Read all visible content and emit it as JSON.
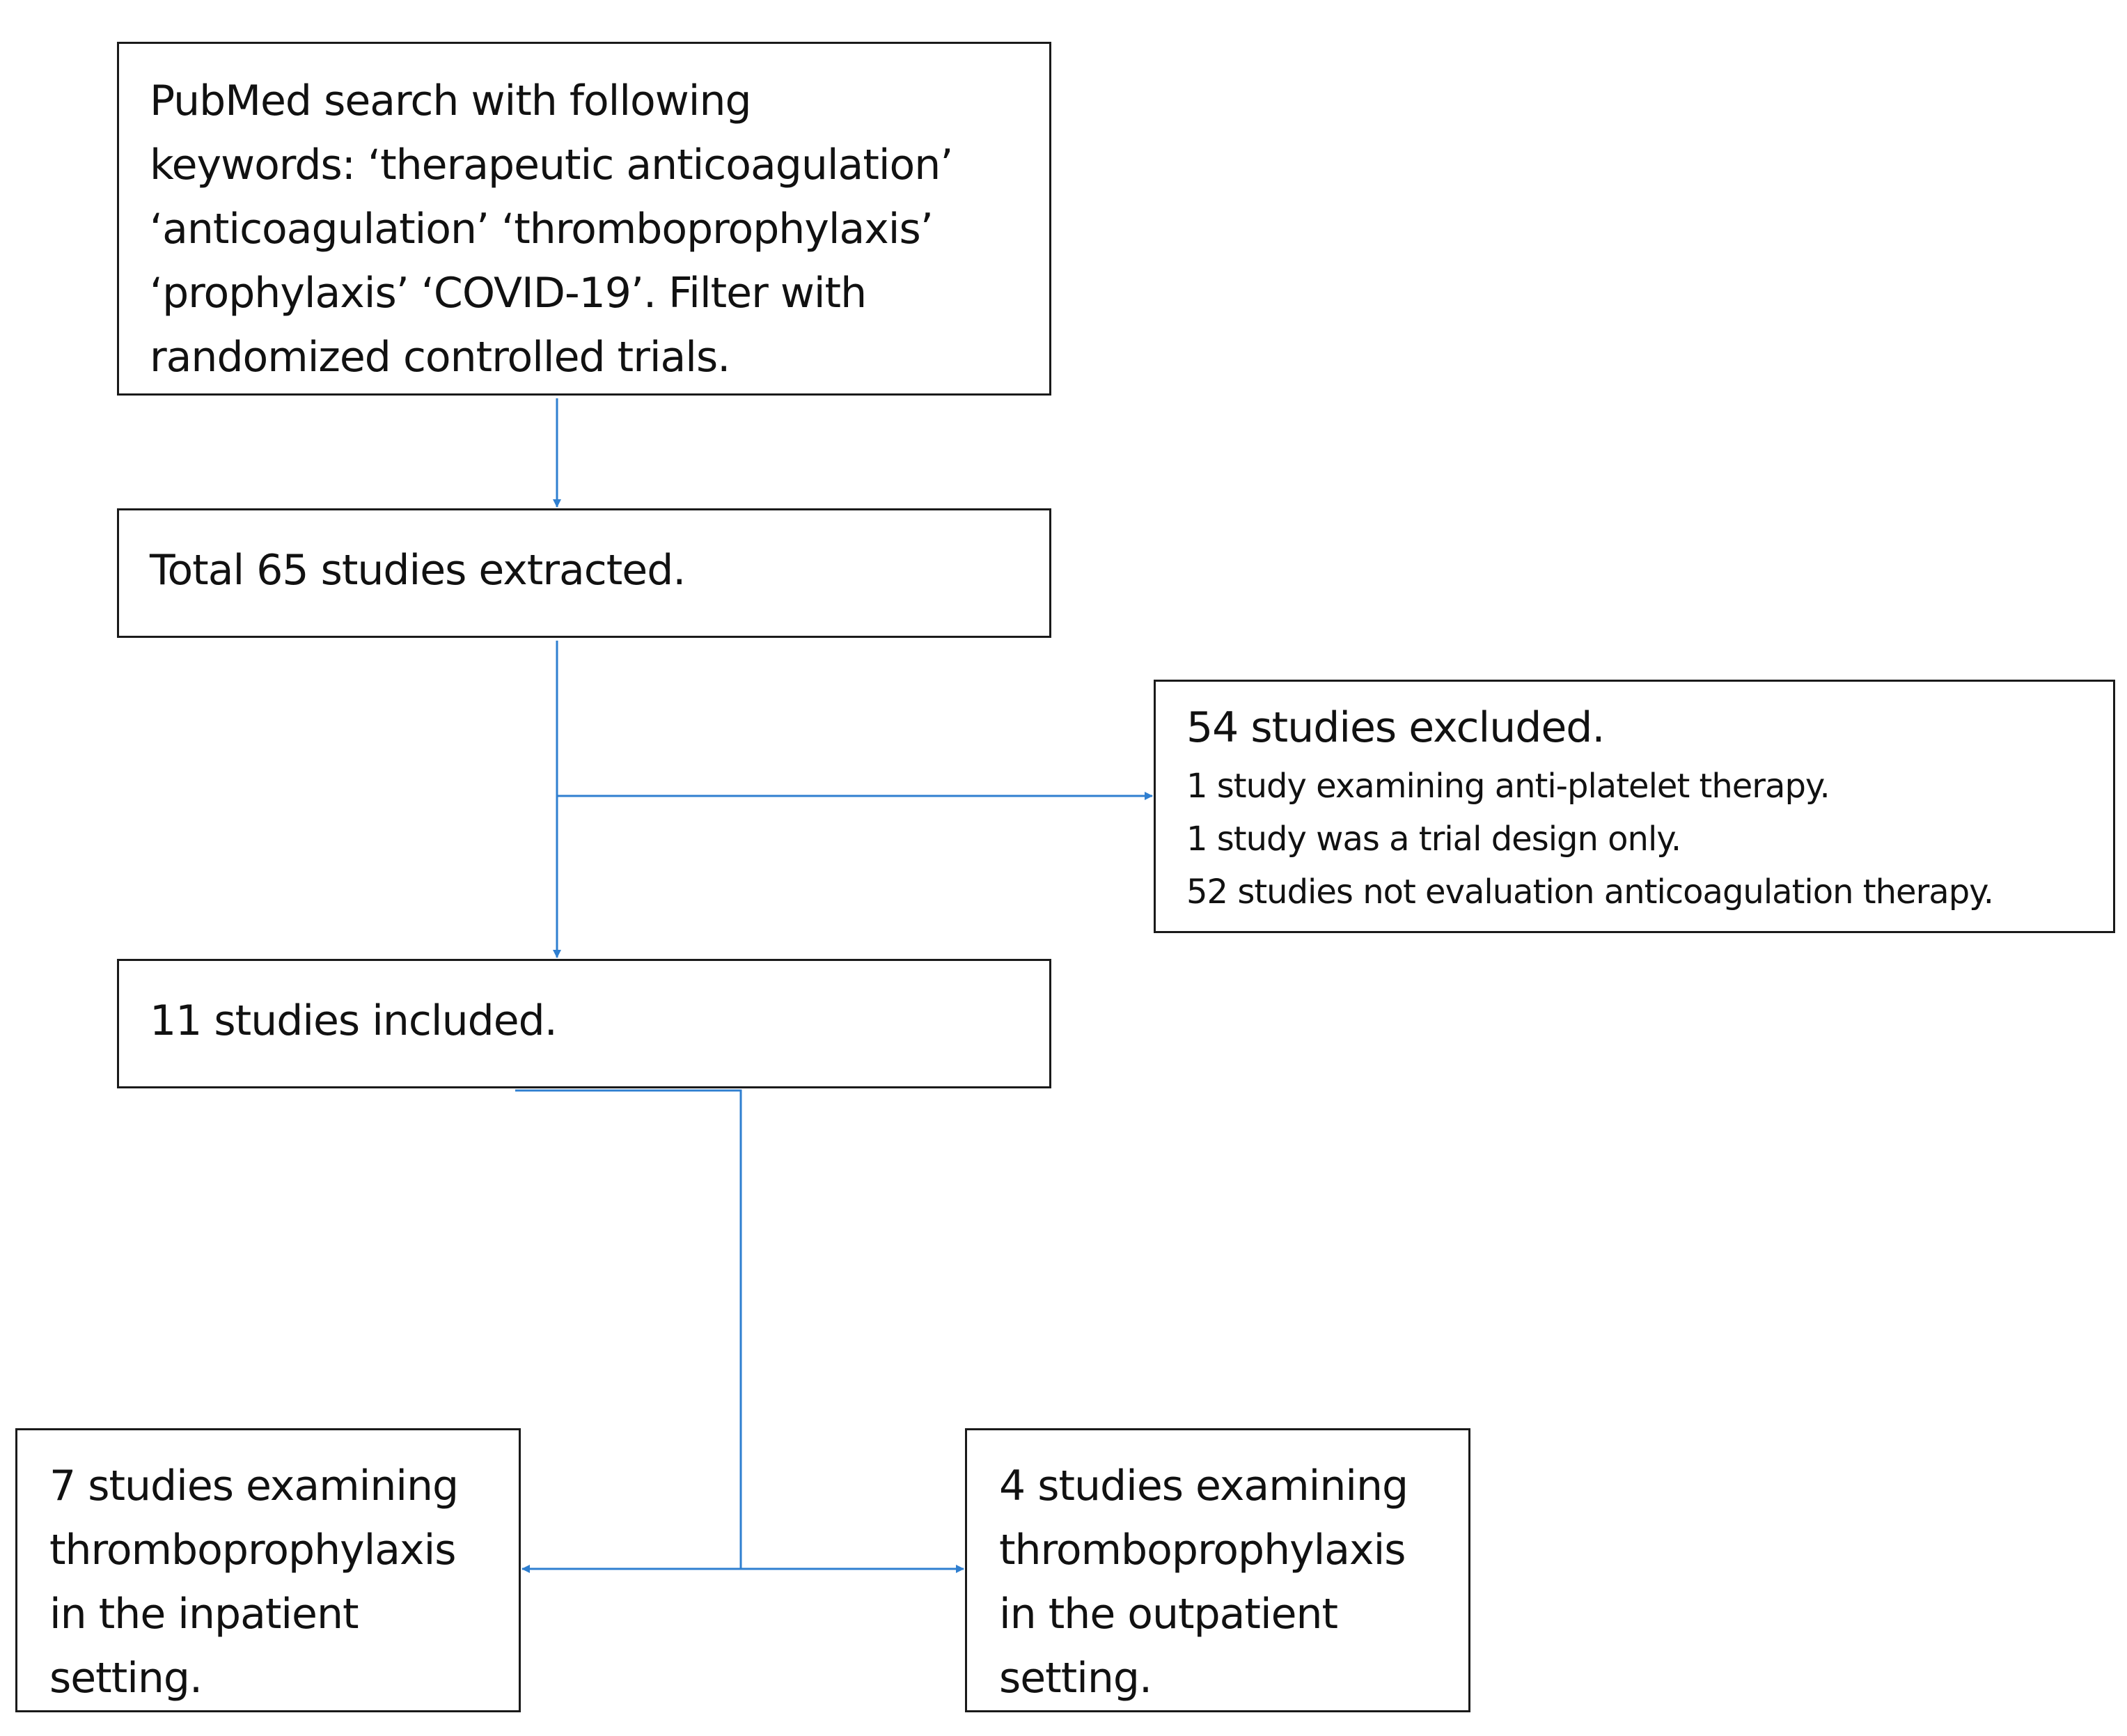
{
  "diagram": {
    "accent_color": "#2f7fd0",
    "nodes": {
      "search": {
        "lines": [
          "PubMed search with following",
          "keywords:  ‘therapeutic anticoagulation’",
          "‘anticoagulation’ ‘thromboprophylaxis’",
          "‘prophylaxis’  ‘COVID-19’. Filter with",
          "randomized controlled trials."
        ]
      },
      "extracted": {
        "text": "Total 65 studies extracted."
      },
      "excluded": {
        "title": "54 studies excluded.",
        "reasons": [
          "1 study examining  anti-platelet  therapy.",
          "1 study was a trial design  only.",
          "52 studies not evaluation anticoagulation  therapy."
        ]
      },
      "included": {
        "text": "11 studies included."
      },
      "inpatient": {
        "lines": [
          "7 studies examining",
          "thromboprophylaxis",
          "in the inpatient",
          "setting."
        ]
      },
      "outpatient": {
        "lines": [
          "4 studies examining",
          "thromboprophylaxis",
          "in the outpatient",
          "setting."
        ]
      }
    }
  }
}
